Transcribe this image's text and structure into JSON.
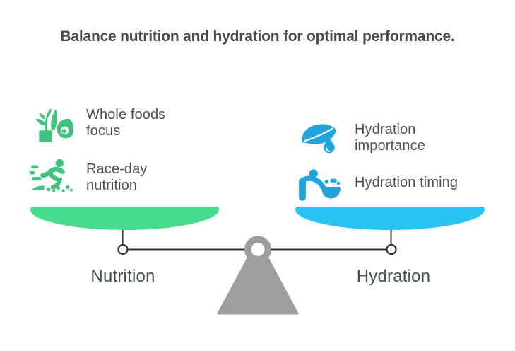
{
  "title": "Balance nutrition and hydration for optimal performance.",
  "scale": {
    "left_pan": {
      "label": "Nutrition",
      "items": [
        {
          "icon": "whole-foods-icon",
          "label": "Whole foods\nfocus"
        },
        {
          "icon": "race-day-icon",
          "label": "Race-day\nnutrition"
        }
      ]
    },
    "right_pan": {
      "label": "Hydration",
      "items": [
        {
          "icon": "hydration-importance-icon",
          "label": "Hydration\nimportance"
        },
        {
          "icon": "hydration-timing-icon",
          "label": "Hydration timing"
        }
      ]
    }
  },
  "colors": {
    "green_icon": "#3EC47F",
    "green_pan": "#4ADC8E",
    "blue_icon": "#1FA4DB",
    "blue_pan": "#27C4F4",
    "fulcrum_gray": "#9E9E9E",
    "beam_dark": "#303030",
    "title_text": "#4A4A4A",
    "item_text": "#4F4F4F",
    "label_text": "#465050"
  }
}
